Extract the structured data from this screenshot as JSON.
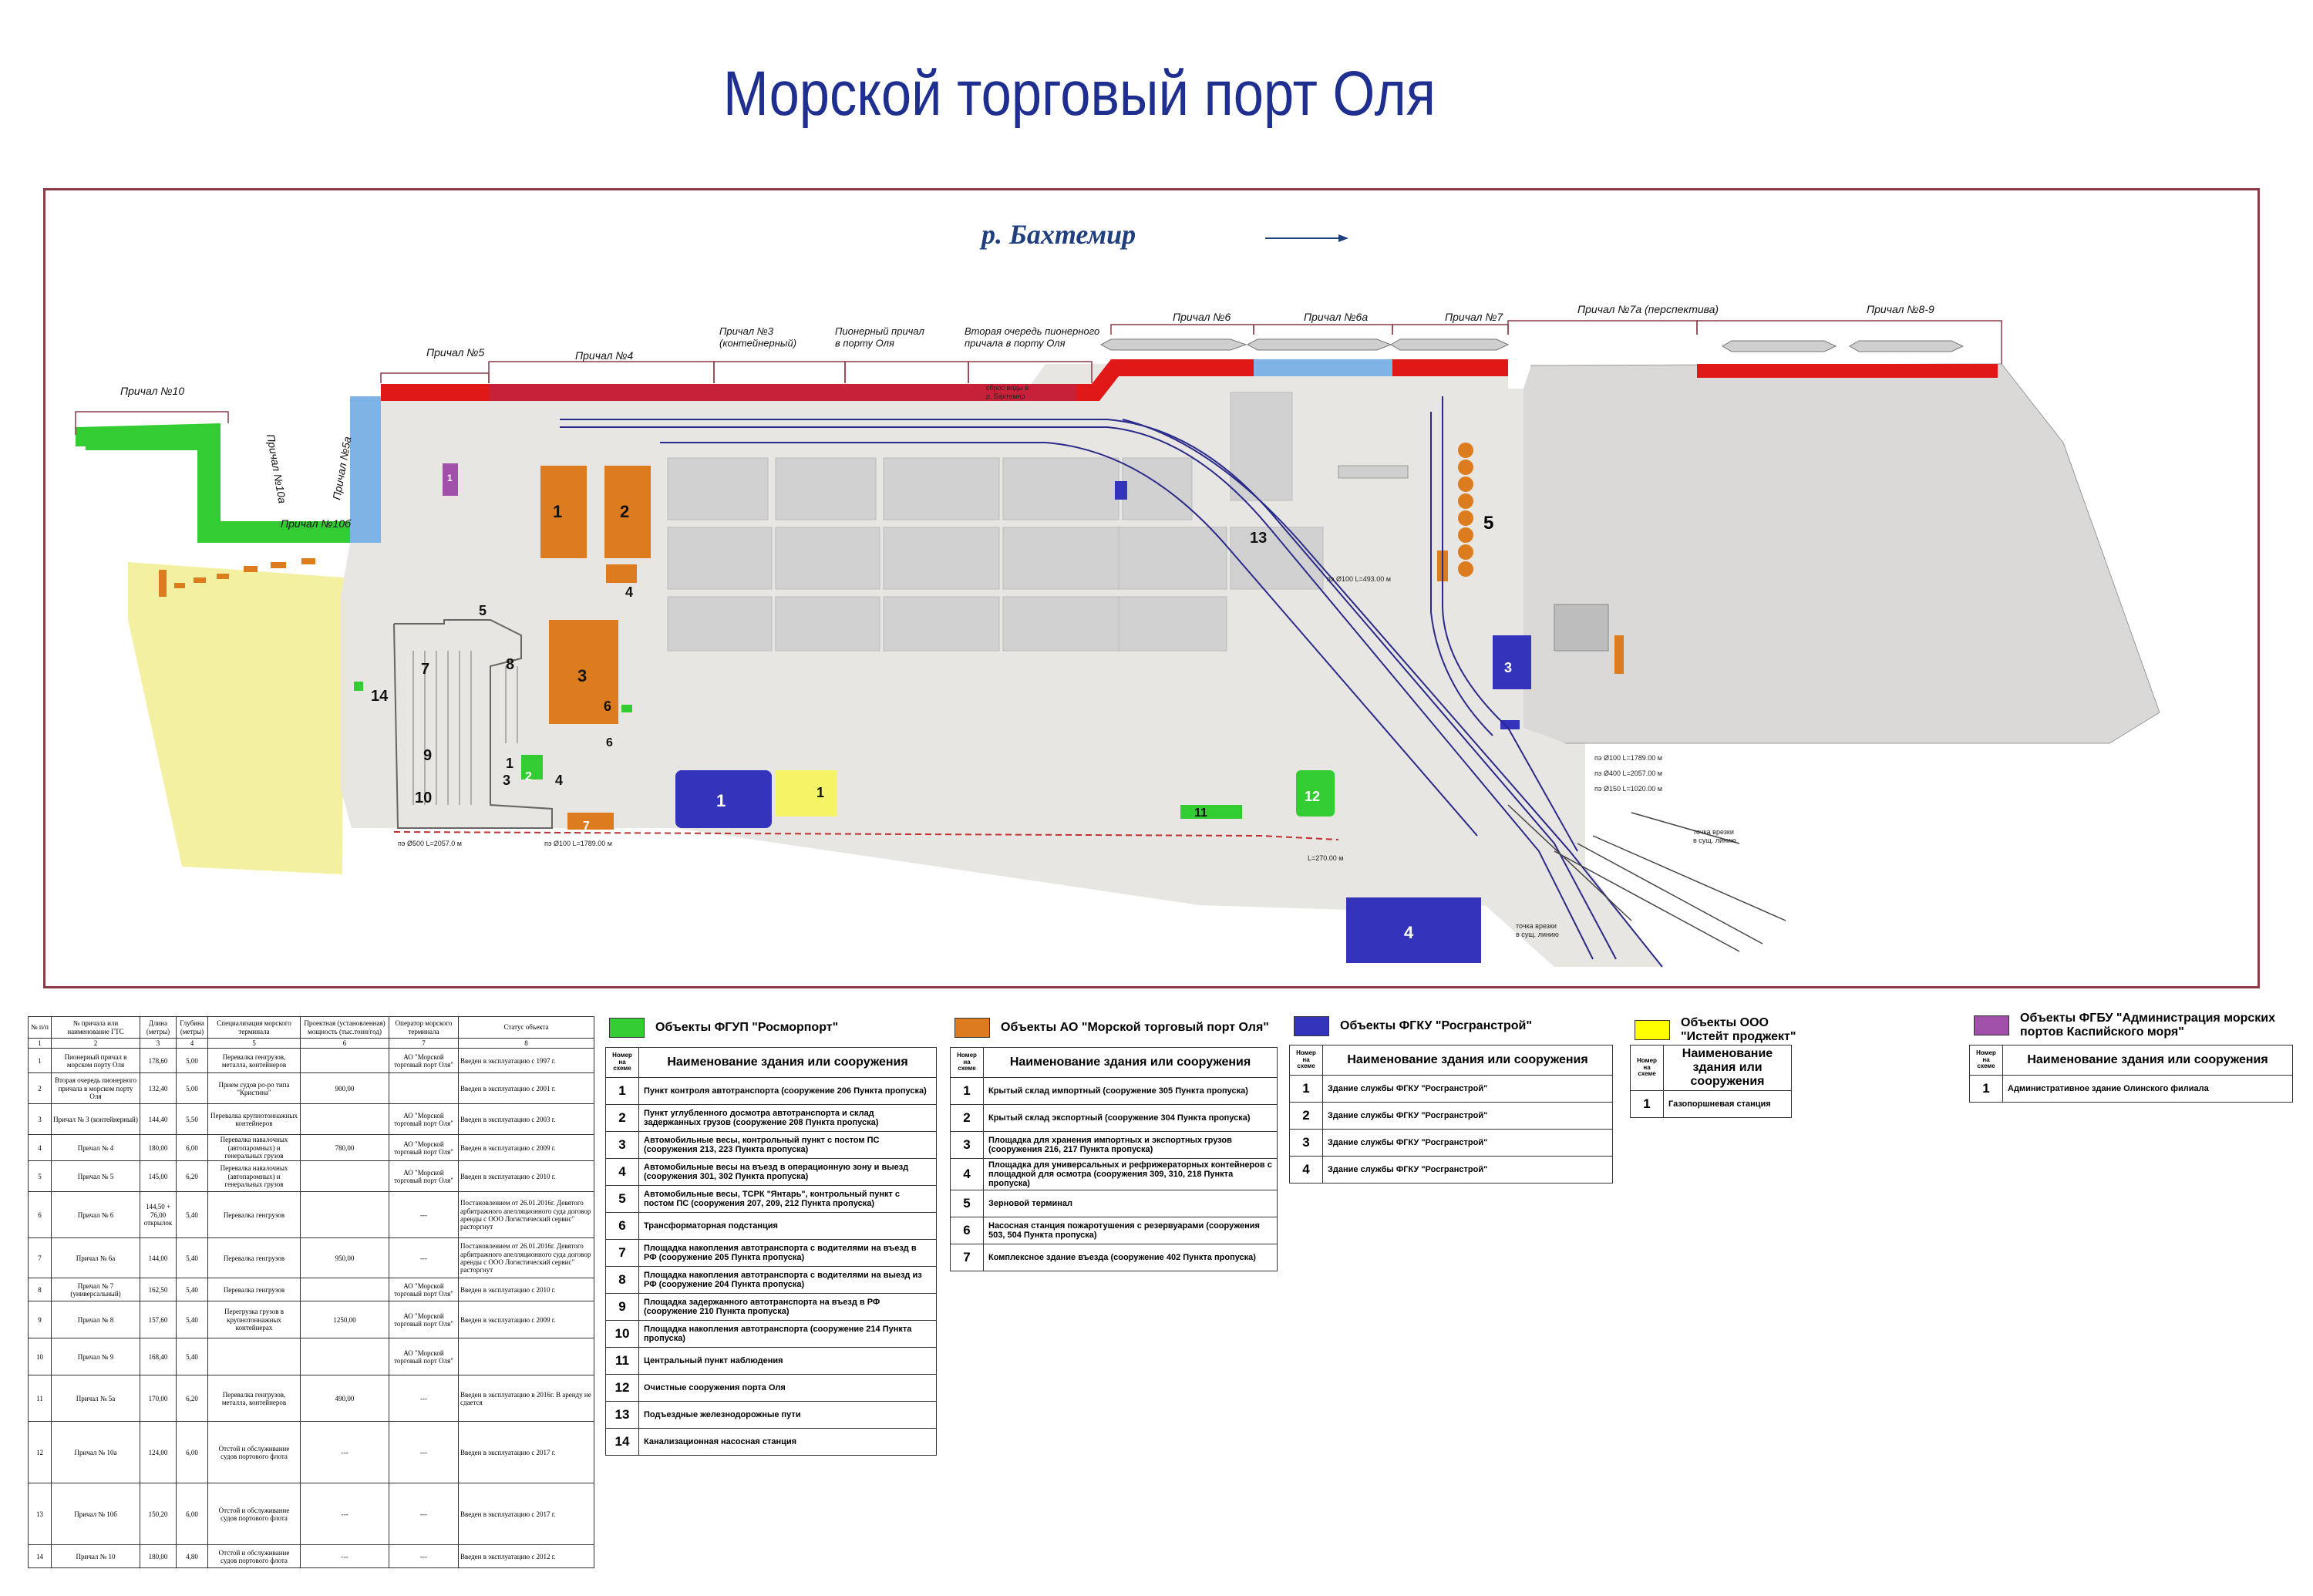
{
  "title": "Морской торговый порт Оля",
  "map": {
    "river": "р. Бахтемир",
    "berths": {
      "b10": "Причал №10",
      "b10a": "Причал №10а",
      "b10b": "Причал №10б",
      "b5a": "Причал №5а",
      "b5": "Причал №5",
      "b4": "Причал №4",
      "b3": "Причал №3 (контейнерный)",
      "pioneer": "Пионерный причал в порту Оля",
      "pioneer2": "Вторая очередь пионерного причала в порту Оля",
      "b6": "Причал №6",
      "b6a": "Причал №6а",
      "b7": "Причал №7",
      "b7a": "Причал №7а (перспектива)",
      "b89": "Причал №8-9"
    },
    "notes": {
      "water_discharge": "сброс воды в р. Бахтемир",
      "pipe1": "пэ Ø100 L=493.00 м",
      "pipe2": "пэ Ø100 L=1789.00 м",
      "pipe3": "пэ Ø400 L=2057.00 м",
      "pipe4": "пэ Ø150 L=1020.00 м",
      "pipe5": "пэ Ø500 L=2057.0 м",
      "pipe6": "пэ Ø100 L=1789.00 м",
      "pipe7": "L=270.00 м",
      "tie_in1": "точка врезки в сущ. линию",
      "tie_in2": "точка врезки в сущ. линию"
    },
    "numbers": {
      "o1": "1",
      "o2": "2",
      "o3": "3",
      "o4": "4",
      "o5": "5",
      "b3": "3",
      "b5": "5",
      "g1": "1",
      "g2": "2",
      "g3": "3",
      "g4": "4",
      "g5": "5",
      "g6": "6",
      "g7": "7",
      "g8": "8",
      "g9": "9",
      "g10": "10",
      "g11": "11",
      "g12": "12",
      "g13": "13",
      "g14": "14",
      "f4": "4",
      "f6": "6",
      "f7": "7",
      "f4b": "4",
      "y1": "1",
      "p1": "1",
      "blue1": "1",
      "blue4": "4"
    },
    "colors": {
      "green": "#33cc33",
      "orange": "#dd7c1e",
      "blue": "#3333bb",
      "yellow": "#ffff00",
      "purple": "#a050a8",
      "red": "#e01818",
      "light_blue": "#7fb2e5",
      "ground": "#e8e6e2",
      "sand": "#f3f0a2"
    }
  },
  "char_table": {
    "headers": [
      "№ п/п",
      "№ причала или наименование ГТС",
      "Длина (метры)",
      "Глубина (метры)",
      "Специализация морского терминала",
      "Проектная (установленная) мощность (тыс.тонн/год)",
      "Оператор морского терминала",
      "Статус объекта"
    ],
    "col_numbers": [
      "1",
      "2",
      "3",
      "4",
      "5",
      "6",
      "7",
      "8"
    ],
    "rows": [
      [
        "1",
        "Пионерный причал в морском порту Оля",
        "178,60",
        "5,00",
        "Перевалка генгрузов, металла, контейнеров",
        "",
        "АО \"Морской торговый порт Оля\"",
        "Введен в эксплуатацию с 1997 г."
      ],
      [
        "2",
        "Вторая очередь пионерного причала в морском порту Оля",
        "132,40",
        "5,00",
        "Прием судов ро-ро типа \"Кристина\"",
        "900,00",
        "",
        "Введен в эксплуатацию с 2001 г."
      ],
      [
        "3",
        "Причал № 3 (контейнерный)",
        "144,40",
        "5,50",
        "Перевалка крупнотоннажных контейнеров",
        "",
        "АО \"Морской торговый порт Оля\"",
        "Введен в эксплуатацию с 2003 г."
      ],
      [
        "4",
        "Причал № 4",
        "180,00",
        "6,00",
        "Перевалка навалочных (автопаромных) и генеральных грузов",
        "780,00",
        "АО \"Морской торговый порт Оля\"",
        "Введен в эксплуатацию с 2009 г."
      ],
      [
        "5",
        "Причал № 5",
        "145,00",
        "6,20",
        "Перевалка навалочных (автопаромных) и генеральных грузов",
        "",
        "АО \"Морской торговый порт Оля\"",
        "Введен в эксплуатацию с 2010 г."
      ],
      [
        "6",
        "Причал № 6",
        "144,50 + 76,00 открылок",
        "5,40",
        "Перевалка генгрузов",
        "",
        "---",
        "Постановлением от 26.01.2016г. Девятого арбитражного апелляционного суда договор аренды с ООО Логистический сервис\" расторгнут"
      ],
      [
        "7",
        "Причал № 6а",
        "144,00",
        "5,40",
        "Перевалка генгрузов",
        "950,00",
        "---",
        "Постановлением от 26.01.2016г. Девятого арбитражного апелляционного суда договор аренды с ООО Логистический сервис\" расторгнут"
      ],
      [
        "8",
        "Причал № 7 (универсальный)",
        "162,50",
        "5,40",
        "Перевалка генгрузов",
        "",
        "АО \"Морской торговый порт Оля\"",
        "Введен в эксплуатацию с 2010 г."
      ],
      [
        "9",
        "Причал № 8",
        "157,60",
        "5,40",
        "Перегрузка грузов в крупнотоннажных контейнерах",
        "1250,00",
        "АО \"Морской торговый порт Оля\"",
        "Введен в эксплуатацию с 2009 г."
      ],
      [
        "10",
        "Причал № 9",
        "168,40",
        "5,40",
        "",
        "",
        "АО \"Морской торговый порт Оля\"",
        ""
      ],
      [
        "11",
        "Причал № 5а",
        "170,00",
        "6,20",
        "Перевалка генгрузов, металла, контейнеров",
        "490,00",
        "---",
        "Введен в эксплуатацию в 2016г. В аренду не сдается"
      ],
      [
        "12",
        "Причал № 10а",
        "124,00",
        "6,00",
        "Отстой и обслуживание судов портового флота",
        "---",
        "---",
        "Введен в эксплуатацию с 2017 г."
      ],
      [
        "13",
        "Причал № 10б",
        "150,20",
        "6,00",
        "Отстой и обслуживание судов портового флота",
        "---",
        "---",
        "Введен в эксплуатацию с 2017 г."
      ],
      [
        "14",
        "Причал № 10",
        "180,00",
        "4,80",
        "Отстой и обслуживание судов портового флота",
        "---",
        "---",
        "Введен в эксплуатацию с 2012 г."
      ]
    ]
  },
  "legends": [
    {
      "title": "Объекты ФГУП \"Росморпорт\"",
      "color": "#33cc33",
      "num_header": "Номер на схеме",
      "name_header": "Наименование здания или сооружения",
      "items": [
        [
          "1",
          "Пункт контроля автотранспорта (сооружение 206 Пункта пропуска)"
        ],
        [
          "2",
          "Пункт углубленного досмотра автотранспорта и склад задержанных грузов (сооружение 208 Пункта пропуска)"
        ],
        [
          "3",
          "Автомобильные весы, контрольный пункт с постом ПС (сооружения 213, 223 Пункта пропуска)"
        ],
        [
          "4",
          "Автомобильные весы на въезд в операционную зону и выезд (сооружения 301, 302 Пункта пропуска)"
        ],
        [
          "5",
          "Автомобильные весы, ТСРК \"Янтарь\", контрольный пункт с постом ПС (сооружения 207, 209, 212 Пункта пропуска)"
        ],
        [
          "6",
          "Трансформаторная подстанция"
        ],
        [
          "7",
          "Площадка накопления автотранспорта с водителями на въезд в РФ (сооружение 205 Пункта пропуска)"
        ],
        [
          "8",
          "Площадка накопления автотранспорта с водителями на выезд из РФ (сооружение 204 Пункта пропуска)"
        ],
        [
          "9",
          "Площадка задержанного автотранспорта на въезд в РФ (сооружение 210 Пункта пропуска)"
        ],
        [
          "10",
          "Площадка накопления автотранспорта (сооружение 214 Пункта пропуска)"
        ],
        [
          "11",
          "Центральный пункт наблюдения"
        ],
        [
          "12",
          "Очистные сооружения порта Оля"
        ],
        [
          "13",
          "Подъездные железнодорожные пути"
        ],
        [
          "14",
          "Канализационная насосная станция"
        ]
      ]
    },
    {
      "title": "Объекты АО \"Морской торговый порт Оля\"",
      "color": "#dd7c1e",
      "num_header": "Номер на схеме",
      "name_header": "Наименование здания или сооружения",
      "items": [
        [
          "1",
          "Крытый склад импортный (сооружение 305 Пункта пропуска)"
        ],
        [
          "2",
          "Крытый склад экспортный (сооружение 304 Пункта пропуска)"
        ],
        [
          "3",
          "Площадка для хранения импортных и экспортных грузов (сооружения 216, 217 Пункта пропуска)"
        ],
        [
          "4",
          "Площадка для универсальных и рефрижераторных контейнеров с площадкой для осмотра (сооружения 309, 310, 218 Пункта пропуска)"
        ],
        [
          "5",
          "Зерновой терминал"
        ],
        [
          "6",
          "Насосная станция пожаротушения с резервуарами (сооружения 503, 504 Пункта пропуска)"
        ],
        [
          "7",
          "Комплексное здание въезда (сооружение 402 Пункта пропуска)"
        ]
      ]
    },
    {
      "title": "Объекты ФГКУ \"Росгранстрой\"",
      "color": "#3333bb",
      "num_header": "Номер на схеме",
      "name_header": "Наименование здания или сооружения",
      "items": [
        [
          "1",
          "Здание службы ФГКУ \"Росгранстрой\""
        ],
        [
          "2",
          "Здание службы ФГКУ \"Росгранстрой\""
        ],
        [
          "3",
          "Здание службы ФГКУ \"Росгранстрой\""
        ],
        [
          "4",
          "Здание службы ФГКУ \"Росгранстрой\""
        ]
      ]
    },
    {
      "title": "Объекты ООО \"Истейт проджект\"",
      "color": "#ffff00",
      "num_header": "Номер на схеме",
      "name_header": "Наименование здания или сооружения",
      "items": [
        [
          "1",
          "Газопоршневая станция"
        ]
      ]
    },
    {
      "title": "Объекты ФГБУ \"Администрация морских портов Каспийского моря\"",
      "color": "#a050a8",
      "num_header": "Номер на схеме",
      "name_header": "Наименование здания или сооружения",
      "items": [
        [
          "1",
          "Административное здание Олинского филиала"
        ]
      ]
    }
  ]
}
